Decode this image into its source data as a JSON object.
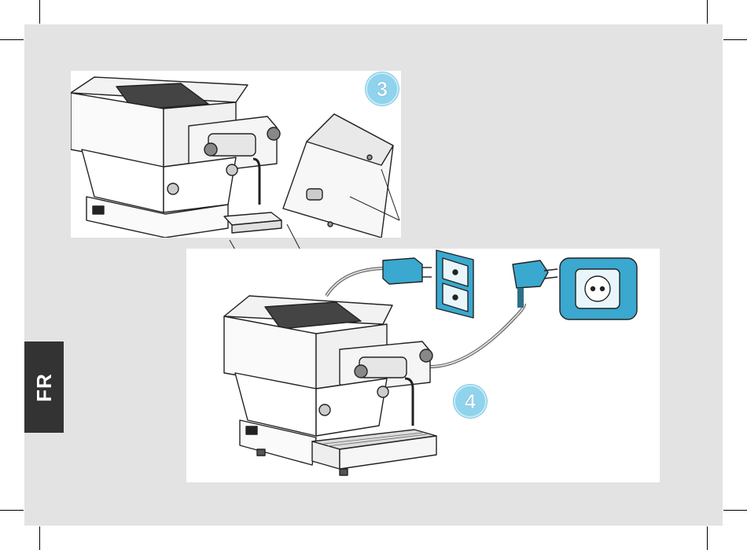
{
  "language_tab": {
    "label": "FR"
  },
  "steps": [
    {
      "number": "3"
    },
    {
      "number": "4"
    }
  ],
  "colors": {
    "page_background": "#e3e3e3",
    "accent_blue": "#3aa8cf",
    "badge_fill": "#8fd3ec",
    "tab_background": "#333333"
  },
  "illustrations": {
    "top": "machine-with-drip-tray-removal-icon",
    "bottom": "machine-power-connection-icon"
  }
}
